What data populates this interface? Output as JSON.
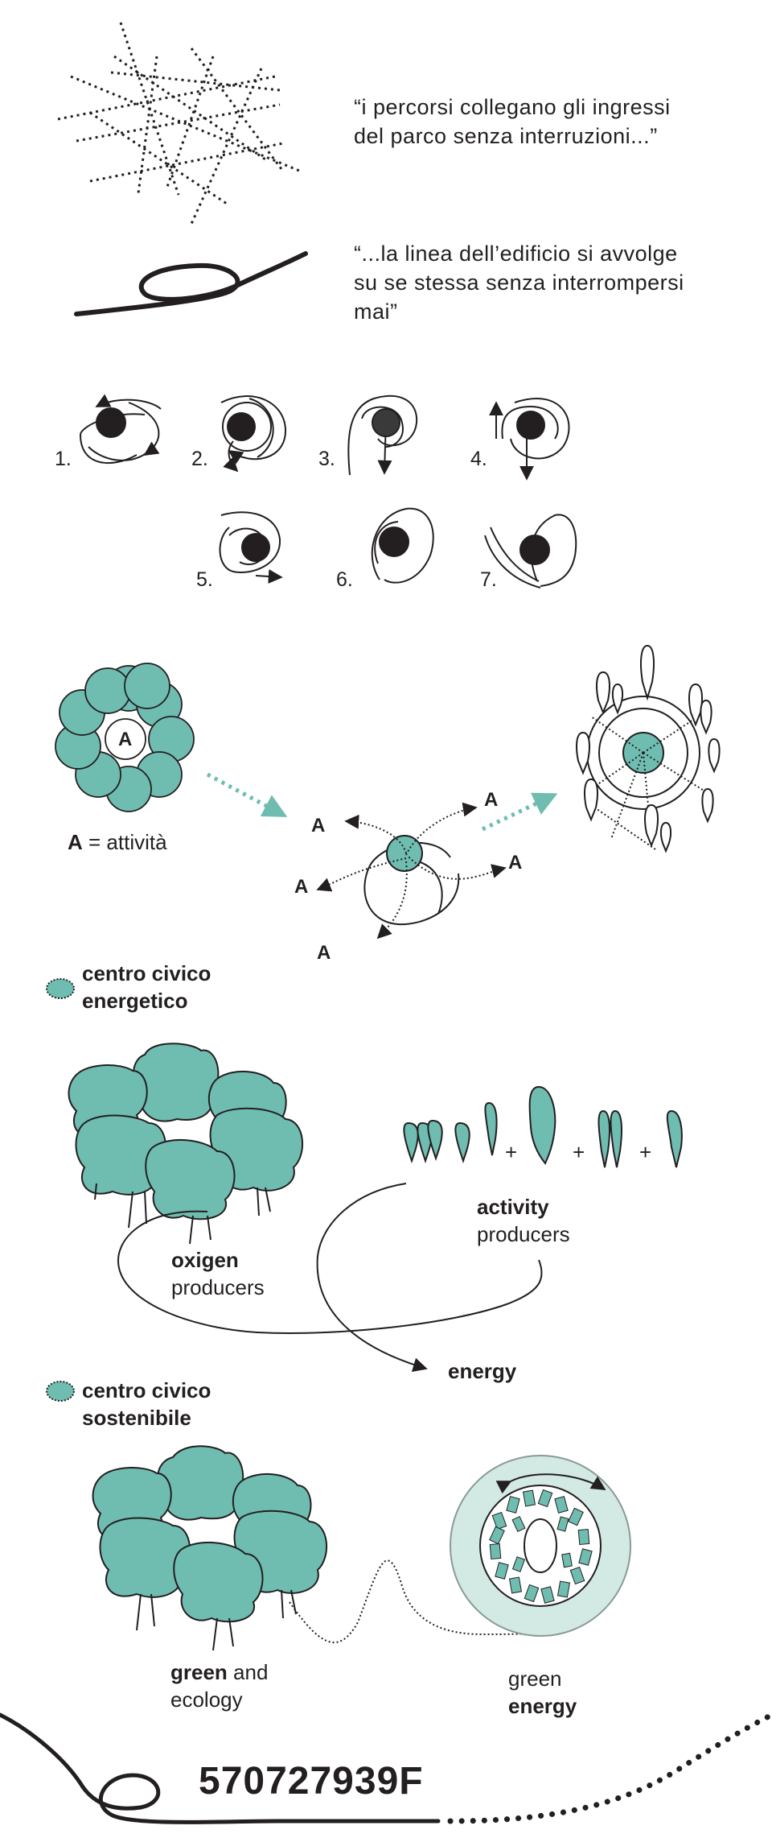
{
  "colors": {
    "teal": "#6fbcb0",
    "light_teal": "#d3e9e4",
    "ink": "#231f20"
  },
  "quote1": {
    "line1": "“i percorsi collegano gli ingressi",
    "line2": "del parco senza interruzioni...”"
  },
  "quote2": {
    "line1": "“...la linea dell’edificio si avvolge",
    "line2": "su se stessa senza interrompersi",
    "line3": "mai”"
  },
  "steps": [
    "1.",
    "2.",
    "3.",
    "4.",
    "5.",
    "6.",
    "7."
  ],
  "activity": {
    "ring_label": "A",
    "legend_letter": "A",
    "legend_text": "= attività",
    "letters": [
      "A",
      "A",
      "A",
      "A",
      "A"
    ]
  },
  "legend1": {
    "line1": "centro civico",
    "line2": "energetico"
  },
  "producers": {
    "oxigen_bold": "oxigen",
    "oxigen_rest": "producers",
    "activity_bold": "activity",
    "activity_rest": "producers",
    "plus": [
      "+",
      "+",
      "+"
    ],
    "energy": "energy"
  },
  "legend2": {
    "line1": "centro civico",
    "line2": "sostenibile"
  },
  "ecology": {
    "green_bold": "green",
    "green_rest": "and",
    "line2": "ecology",
    "energy_line1": "green",
    "energy_line2": "energy"
  },
  "code": "570727939F"
}
